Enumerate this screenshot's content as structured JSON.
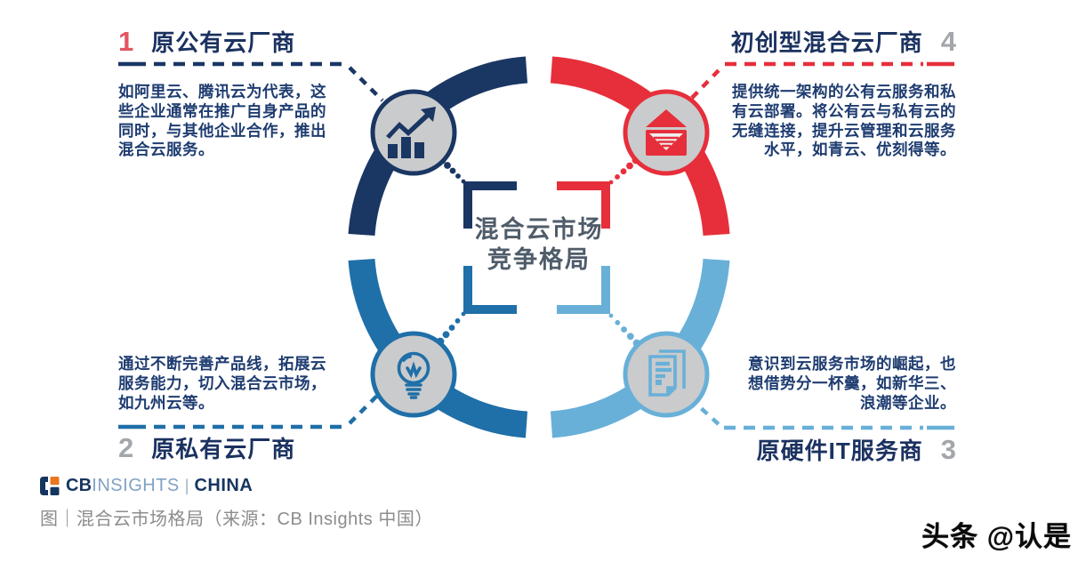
{
  "center": {
    "line1": "混合云市场",
    "line2": "竞争格局"
  },
  "quadrants": [
    {
      "id": "q1-original-public-cloud",
      "number": "1",
      "title": "原公有云厂商",
      "icon": "growth-chart-icon",
      "body_lines": [
        "如阿里云、腾讯云为代表，这",
        "些企业通常在推广自身产品的",
        "同时，与其他企业合作，推出",
        "混合云服务。"
      ]
    },
    {
      "id": "q2-original-private-cloud",
      "number": "2",
      "title": "原私有云厂商",
      "icon": "lightbulb-icon",
      "body_lines": [
        "通过不断完善产品线，拓展云",
        "服务能力，切入混合云市场，",
        "如九州云等。"
      ]
    },
    {
      "id": "q3-hardware-it-service",
      "number": "3",
      "title": "原硬件IT服务商",
      "icon": "document-icon",
      "body_lines": [
        "意识到云服务市场的崛起，也",
        "想借势分一杯羹，如新华三、",
        "浪潮等企业。"
      ]
    },
    {
      "id": "q4-startup-hybrid-cloud",
      "number": "4",
      "title": "初创型混合云厂商",
      "icon": "open-envelope-icon",
      "body_lines": [
        "提供统一架构的公有云服务和私",
        "有云部署。将公有云与私有云的",
        "无缝连接，提升云管理和云服务",
        "水平，如青云、优刻得等。"
      ]
    }
  ],
  "logo": {
    "cb": "CB",
    "insights": "INSIGHTS",
    "divider": "|",
    "china": "CHINA"
  },
  "caption": "图｜混合云市场格局（来源：CB Insights 中国）",
  "watermark": "头条 @认是",
  "colors": {
    "navy": "#1a3663",
    "red": "#e62f3b",
    "medium_blue": "#1f6fa8",
    "light_blue": "#68b0d8",
    "number_red": "#e25561",
    "number_gray": "#a3a7ac",
    "title_navy": "#1b3260",
    "body_navy": "#1e3c70",
    "center_text": "#4f5c6a",
    "icon_circle_fill": "#cacbcc",
    "caption_gray": "#8c8c8c",
    "logo_navy": "#14355f",
    "logo_light_blue": "#7fa1c5",
    "logo_orange": "#e87722"
  }
}
